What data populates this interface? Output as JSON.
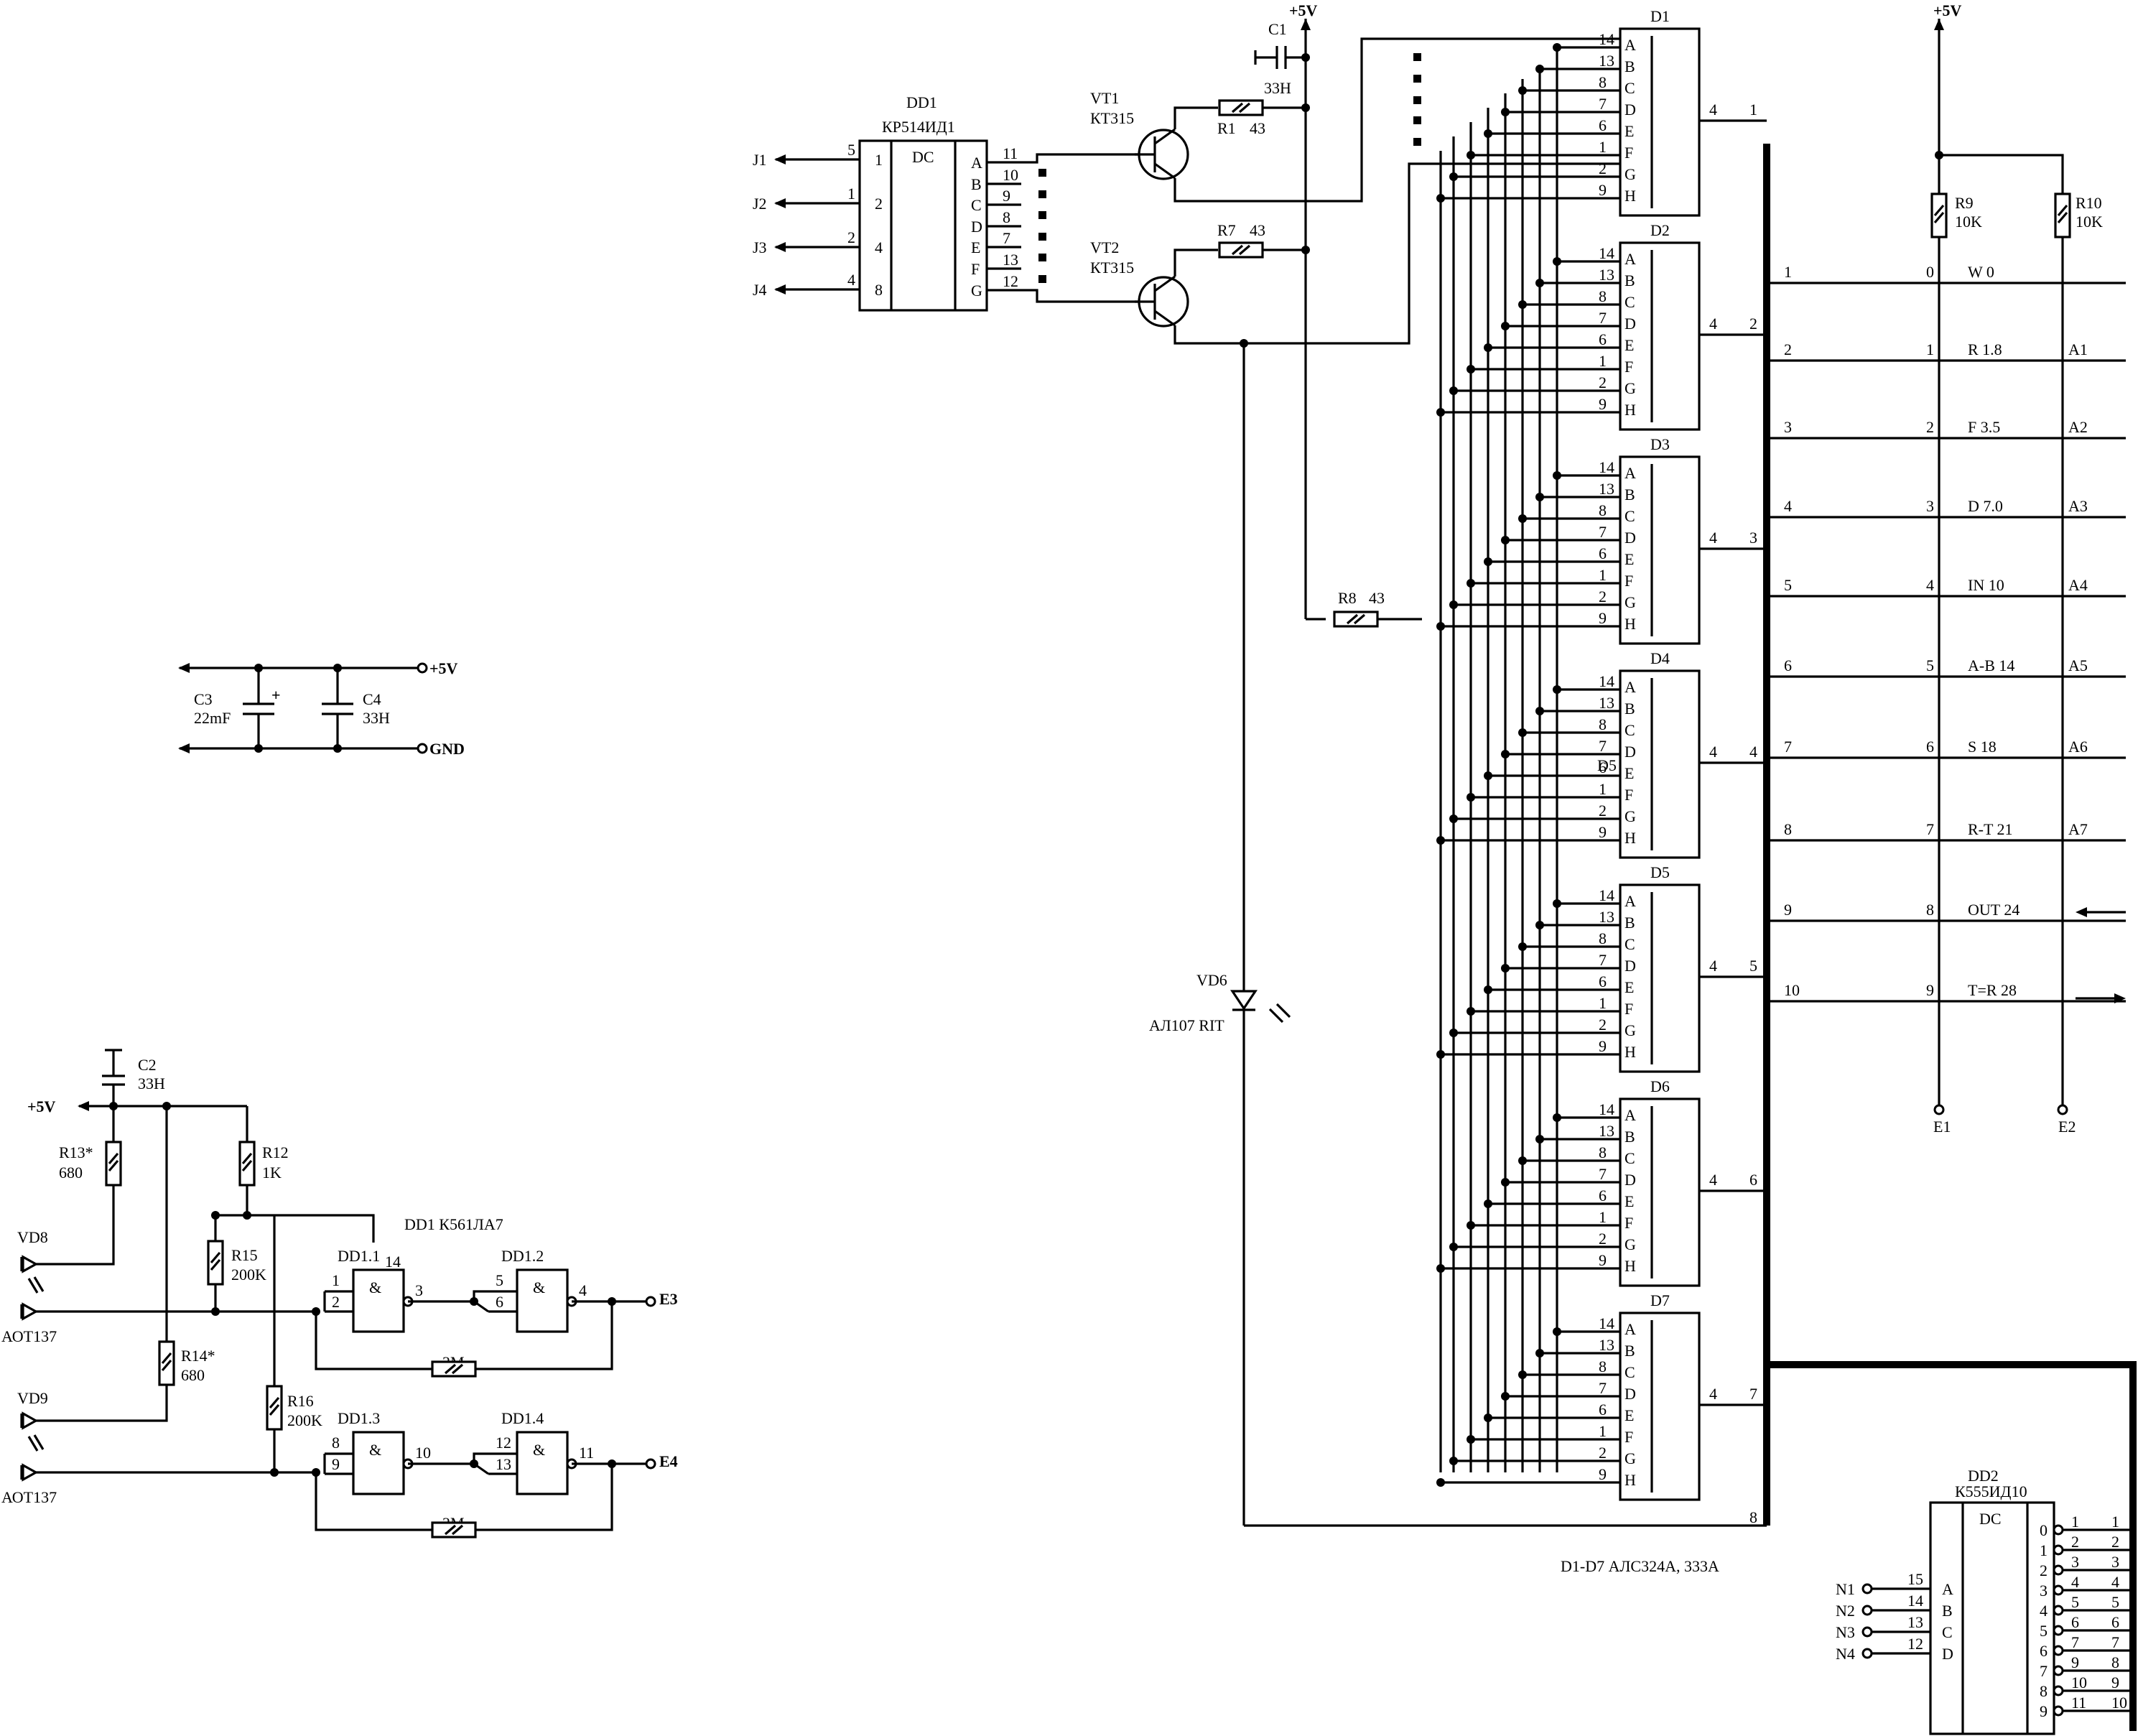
{
  "dd1_dec": {
    "ref": "DD1",
    "part": "КР514ИД1",
    "func": "DC",
    "in_pins": [
      "5",
      "1",
      "2",
      "4"
    ],
    "in_weights": [
      "1",
      "2",
      "4",
      "8"
    ],
    "out_names": [
      "A",
      "B",
      "C",
      "D",
      "E",
      "F",
      "G"
    ],
    "out_pins": [
      "11",
      "10",
      "9",
      "8",
      "7",
      "13",
      "12"
    ]
  },
  "j_labels": [
    "J1",
    "J2",
    "J3",
    "J4"
  ],
  "vt1": {
    "ref": "VT1",
    "part": "КТ315"
  },
  "vt2": {
    "ref": "VT2",
    "part": "КТ315"
  },
  "c1": {
    "ref": "C1",
    "val": "33Н"
  },
  "r1": {
    "ref": "R1",
    "val": "43"
  },
  "r7": {
    "ref": "R7",
    "val": "43"
  },
  "r8": {
    "ref": "R8",
    "val": "43"
  },
  "vcc": "+5V",
  "vd6": {
    "ref": "VD6",
    "part": "АЛ107 RIT"
  },
  "displays": {
    "refs": [
      "D1",
      "D2",
      "D3",
      "D4",
      "D5",
      "D6",
      "D7"
    ],
    "pin_nums": [
      "14",
      "13",
      "8",
      "7",
      "6",
      "1",
      "2",
      "9"
    ],
    "seg_names": [
      "A",
      "B",
      "C",
      "D",
      "E",
      "F",
      "G",
      "H"
    ],
    "common_pin": "4",
    "bus_nums": [
      "1",
      "2",
      "3",
      "4",
      "5",
      "6",
      "7"
    ],
    "stray_label": "D5",
    "note": "D1-D7  АЛС324А, 333А"
  },
  "bus_end": "8",
  "matrix": {
    "rows": [
      {
        "bus": "1",
        "idx": "0",
        "name": "W  0",
        "out": ""
      },
      {
        "bus": "2",
        "idx": "1",
        "name": "R  1.8",
        "out": "A1"
      },
      {
        "bus": "3",
        "idx": "2",
        "name": "F  3.5",
        "out": "A2"
      },
      {
        "bus": "4",
        "idx": "3",
        "name": "D  7.0",
        "out": "A3"
      },
      {
        "bus": "5",
        "idx": "4",
        "name": "IN  10",
        "out": "A4"
      },
      {
        "bus": "6",
        "idx": "5",
        "name": "A-B  14",
        "out": "A5"
      },
      {
        "bus": "7",
        "idx": "6",
        "name": "S  18",
        "out": "A6"
      },
      {
        "bus": "8",
        "idx": "7",
        "name": "R-T  21",
        "out": "A7"
      },
      {
        "bus": "9",
        "idx": "8",
        "name": "OUT  24",
        "out": ""
      },
      {
        "bus": "10",
        "idx": "9",
        "name": "T=R  28",
        "out": ""
      }
    ],
    "r9": {
      "ref": "R9",
      "val": "10K"
    },
    "r10": {
      "ref": "R10",
      "val": "10K"
    },
    "e1": "E1",
    "e2": "E2"
  },
  "dd2": {
    "ref": "DD2",
    "part": "К555ИД10",
    "func": "DC",
    "in_labels": [
      "N1",
      "N2",
      "N3",
      "N4"
    ],
    "in_pins": [
      "15",
      "14",
      "13",
      "12"
    ],
    "in_names": [
      "A",
      "B",
      "C",
      "D"
    ],
    "out_idx": [
      "0",
      "1",
      "2",
      "3",
      "4",
      "5",
      "6",
      "7",
      "8",
      "9"
    ],
    "out_pins": [
      "1",
      "2",
      "3",
      "4",
      "5",
      "6",
      "7",
      "9",
      "10",
      "11"
    ],
    "out_bus": [
      "1",
      "2",
      "3",
      "4",
      "5",
      "6",
      "7",
      "8",
      "9",
      "10"
    ]
  },
  "power": {
    "c3": {
      "ref": "C3",
      "val": "22mF"
    },
    "c4": {
      "ref": "C4",
      "val": "33Н"
    },
    "plus": "+",
    "vcc": "+5V",
    "gnd": "GND"
  },
  "osc": {
    "c2": {
      "ref": "C2",
      "val": "33Н"
    },
    "vcc": "+5V",
    "r13": {
      "ref": "R13*",
      "val": "680"
    },
    "r12": {
      "ref": "R12",
      "val": "1K"
    },
    "r15": {
      "ref": "R15",
      "val": "200K"
    },
    "r14": {
      "ref": "R14*",
      "val": "680"
    },
    "r16": {
      "ref": "R16",
      "val": "200K"
    },
    "vd8": {
      "ref": "VD8",
      "part": "АОТ137"
    },
    "vd9": {
      "ref": "VD9",
      "part": "АОТ137"
    },
    "dd1_title": "DD1  К561ЛА7",
    "gates": [
      {
        "ref": "DD1.1",
        "sym": "&",
        "in": [
          "1",
          "2"
        ],
        "out": "3",
        "vdd": "14"
      },
      {
        "ref": "DD1.2",
        "sym": "&",
        "in": [
          "5",
          "6"
        ],
        "out": "4"
      },
      {
        "ref": "DD1.3",
        "sym": "&",
        "in": [
          "8",
          "9"
        ],
        "out": "10"
      },
      {
        "ref": "DD1.4",
        "sym": "&",
        "in": [
          "12",
          "13"
        ],
        "out": "11"
      }
    ],
    "r_fb1": "2M",
    "r_fb2": "2M",
    "e3": "E3",
    "e4": "E4"
  }
}
